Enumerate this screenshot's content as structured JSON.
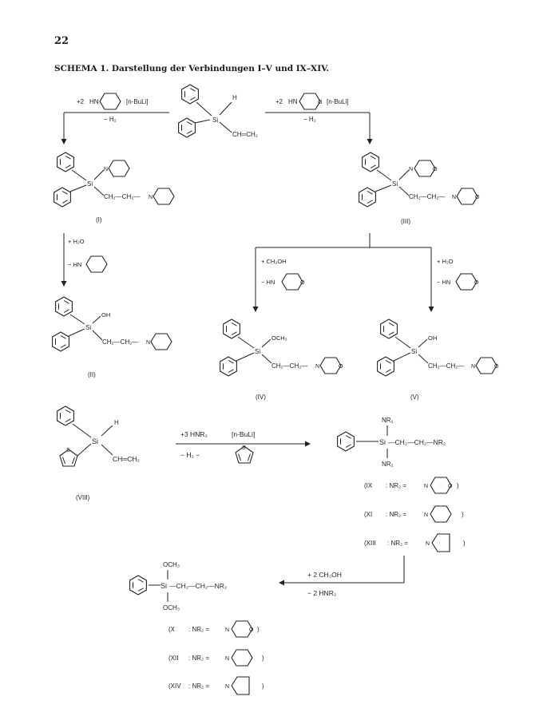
{
  "page": {
    "number": "22",
    "title": "SCHEMA 1. Darstellung der Verbindungen I–V und IX–XIV."
  },
  "atoms": {
    "si": "Si",
    "h": "H",
    "oh": "OH",
    "och3": "OCH₃",
    "n": "N",
    "o": "O",
    "s": "S",
    "hn": "HN",
    "nr2": "NR₂"
  },
  "top": {
    "chain_vinyl": "CH═CH₂",
    "left_reagent_coef": "+2",
    "left_reagent_cat": "[n-BuLi]",
    "left_byproduct": "− H₂",
    "right_reagent_coef": "+2",
    "right_reagent_cat": "[n-BuLi]",
    "right_byproduct": "− H₂"
  },
  "compound_I": {
    "label": "(I)",
    "chain": "CH₂—CH₂—"
  },
  "compound_III": {
    "label": "(III)",
    "chain": "CH₂—CH₂—"
  },
  "step_I_II": {
    "reagent": "+ H₂O",
    "byproduct": "− HN"
  },
  "step_III_IV": {
    "reagent": "+ CH₃OH",
    "byproduct": "− HN"
  },
  "step_III_V": {
    "reagent": "+ H₂O",
    "byproduct": "− HN"
  },
  "compound_II": {
    "label": "(II)",
    "chain": "CH₂—CH₂—"
  },
  "compound_IV": {
    "label": "(IV)",
    "chain": "CH₂—CH₂—"
  },
  "compound_V": {
    "label": "(V)",
    "chain": "CH₂—CH₂—"
  },
  "compound_VIII": {
    "label": "(VIII)",
    "chain": "CH═CH₂"
  },
  "step_VIII": {
    "reagent": "+3 HNR₂",
    "catalyst": "[n-BuLi]",
    "byproduct": "− H₂   −"
  },
  "product_diamine": {
    "chain": "—CH₂—CH₂—NR₂",
    "defs": [
      {
        "label": "(IX",
        "expr": ": NR₂ =",
        "end": ")"
      },
      {
        "label": "(XI",
        "expr": ": NR₂ =",
        "end": ")"
      },
      {
        "label": "(XIII",
        "expr": ": NR₂ =",
        "end": ")"
      }
    ]
  },
  "step_methanolysis": {
    "reagent": "+ 2 CH₃OH",
    "byproduct": "− 2 HNR₂"
  },
  "product_dimethoxy": {
    "chain": "—CH₂—CH₂—NR₂",
    "defs": [
      {
        "label": "(X",
        "expr": ": NR₂ =",
        "end": ")"
      },
      {
        "label": "(XII",
        "expr": ": NR₂ =",
        "end": ")"
      },
      {
        "label": "(XIV",
        "expr": ": NR₂ =",
        "end": ")"
      }
    ]
  }
}
